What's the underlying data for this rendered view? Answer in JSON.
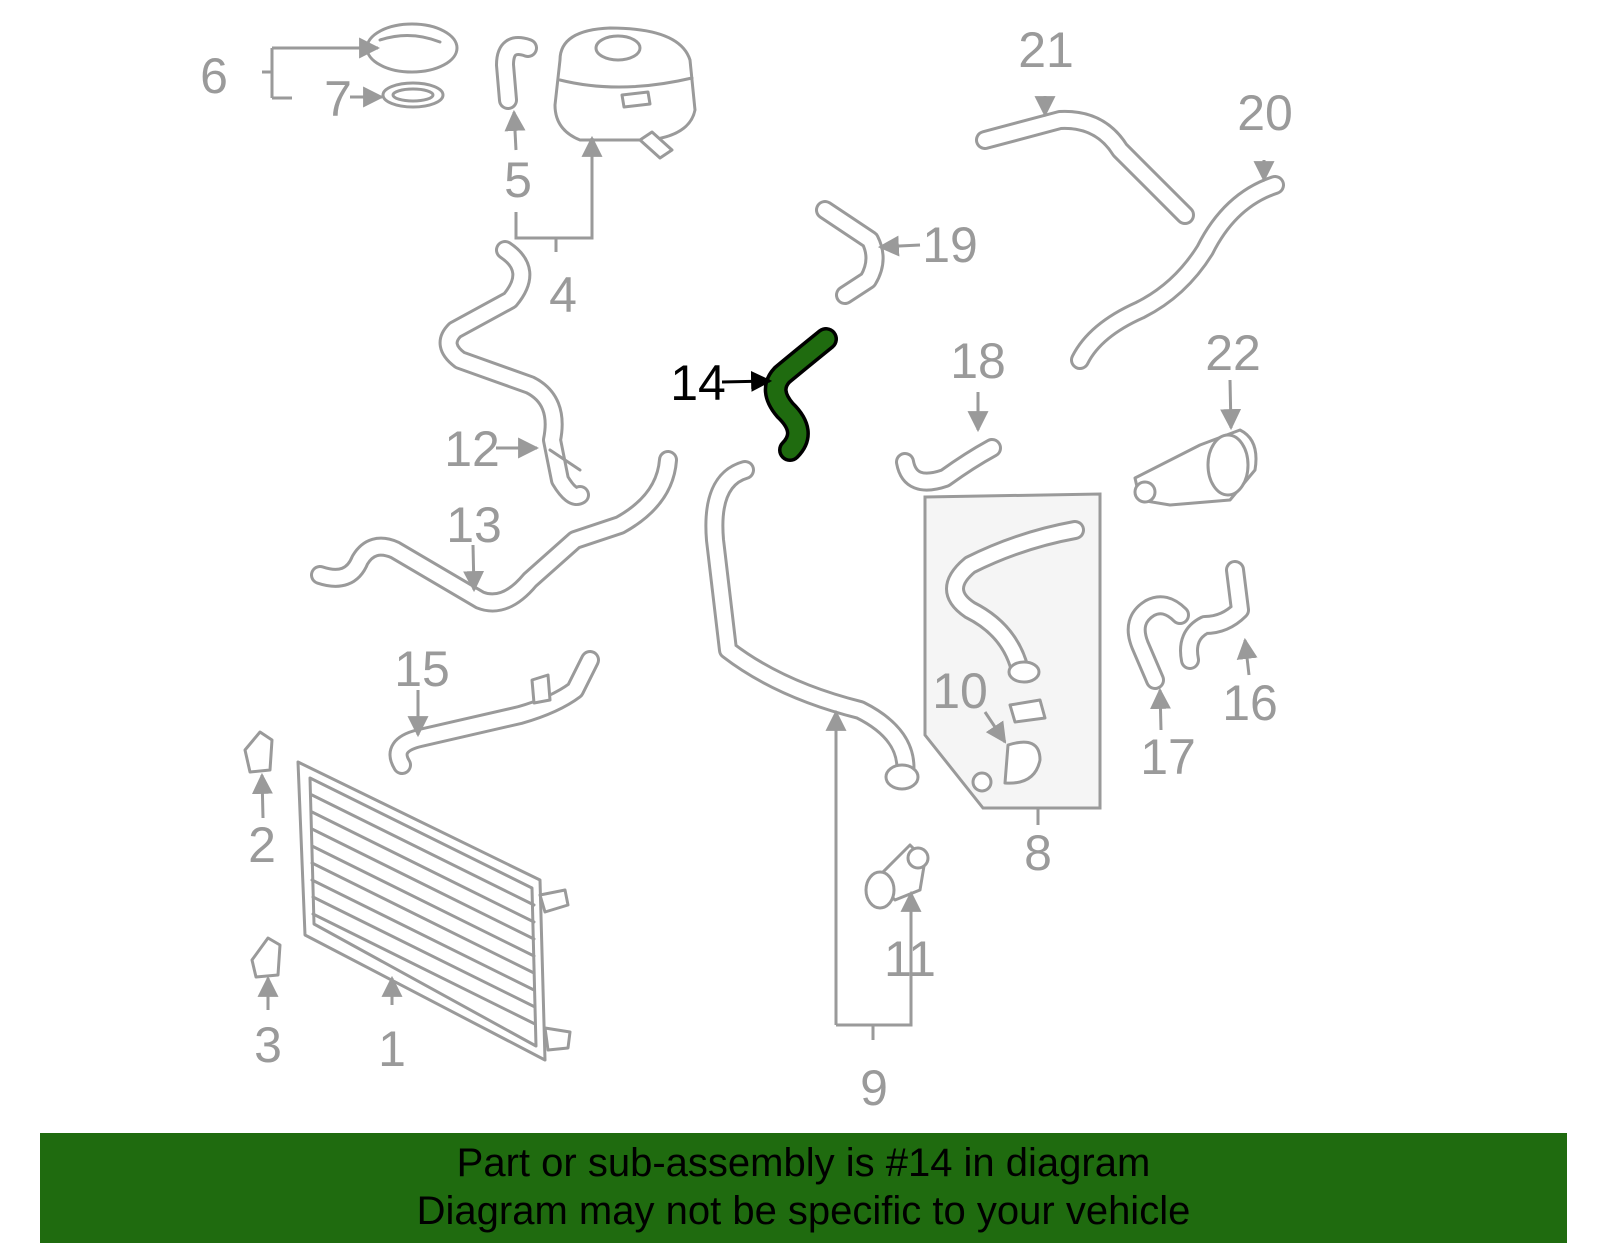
{
  "callouts": {
    "c1": "1",
    "c2": "2",
    "c3": "3",
    "c4": "4",
    "c5": "5",
    "c6": "6",
    "c7": "7",
    "c8": "8",
    "c9": "9",
    "c10": "10",
    "c11": "11",
    "c12": "12",
    "c13": "13",
    "c14": "14",
    "c15": "15",
    "c16": "16",
    "c17": "17",
    "c18": "18",
    "c19": "19",
    "c20": "20",
    "c21": "21",
    "c22": "22"
  },
  "highlight": {
    "part": "14",
    "color": "#1f6b0f",
    "outline": "#000000"
  },
  "banner": {
    "line1": "Part or sub-assembly is #14 in diagram",
    "line2": "Diagram may not be specific to your vehicle",
    "background": "#1f6b0f",
    "text_color": "#000000"
  },
  "colors": {
    "part_stroke": "#9a9a9a",
    "label": "#9a9a9a",
    "background": "#ffffff"
  }
}
